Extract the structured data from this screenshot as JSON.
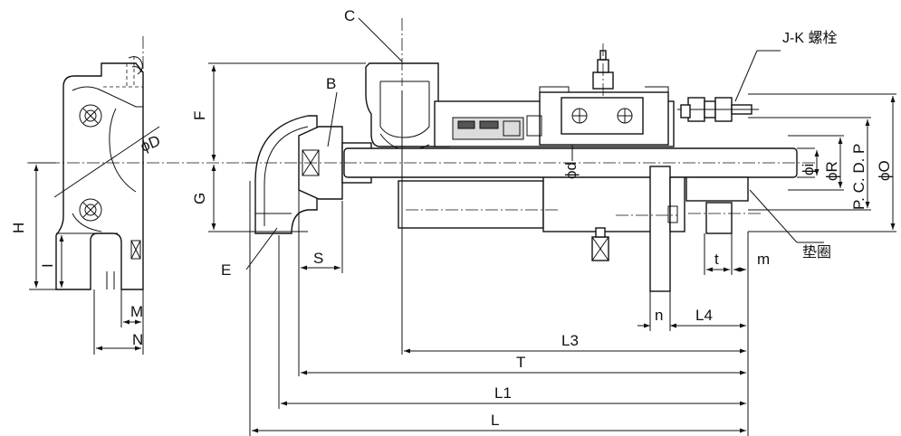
{
  "labels": {
    "C": "C",
    "B": "B",
    "F": "F",
    "G": "G",
    "E": "E",
    "S": "S",
    "H": "H",
    "I": "I",
    "M": "M",
    "N": "N",
    "phiD": "ϕD",
    "phid": "ϕd",
    "phii": "ϕi",
    "phiR": "ϕR",
    "PCD": "P. C. D. P",
    "phiO": "ϕO",
    "JK": "J-K 螺栓",
    "gasket": "垫圈",
    "t": "t",
    "m": "m",
    "n": "n",
    "L4": "L4",
    "L3": "L3",
    "T": "T",
    "L1": "L1",
    "L": "L"
  }
}
